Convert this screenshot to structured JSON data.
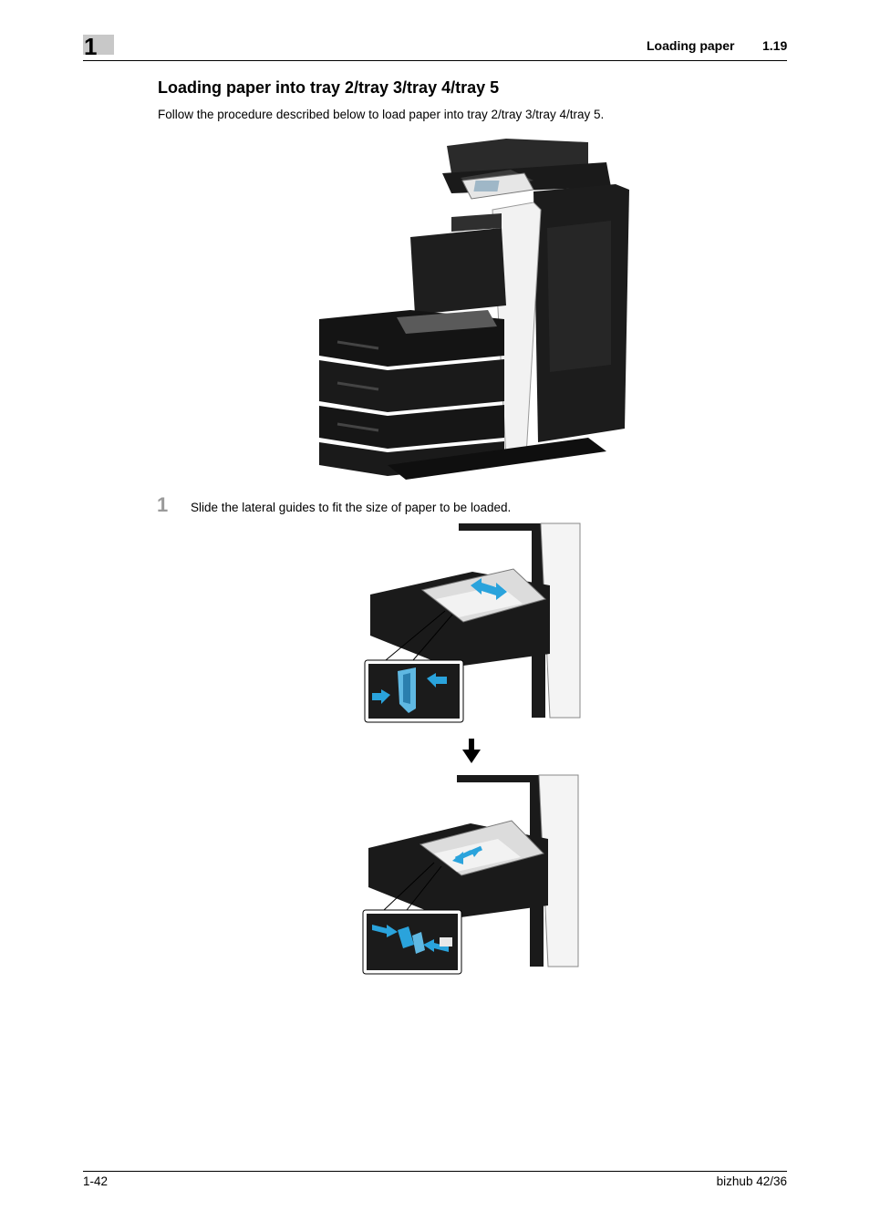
{
  "header": {
    "chapter_number": "1",
    "title": "Loading paper",
    "section": "1.19"
  },
  "content": {
    "heading": "Loading paper into tray 2/tray 3/tray 4/tray 5",
    "intro": "Follow the procedure described below to load paper into tray 2/tray 3/tray 4/tray 5.",
    "steps": [
      {
        "number": "1",
        "text": "Slide the lateral guides to fit the size of paper to be loaded."
      }
    ]
  },
  "footer": {
    "page": "1-42",
    "model": "bizhub 42/36"
  },
  "colors": {
    "accent_blue": "#2aa3dc",
    "machine_black": "#1a1a1a",
    "chapter_gray": "#c8c8c8"
  }
}
